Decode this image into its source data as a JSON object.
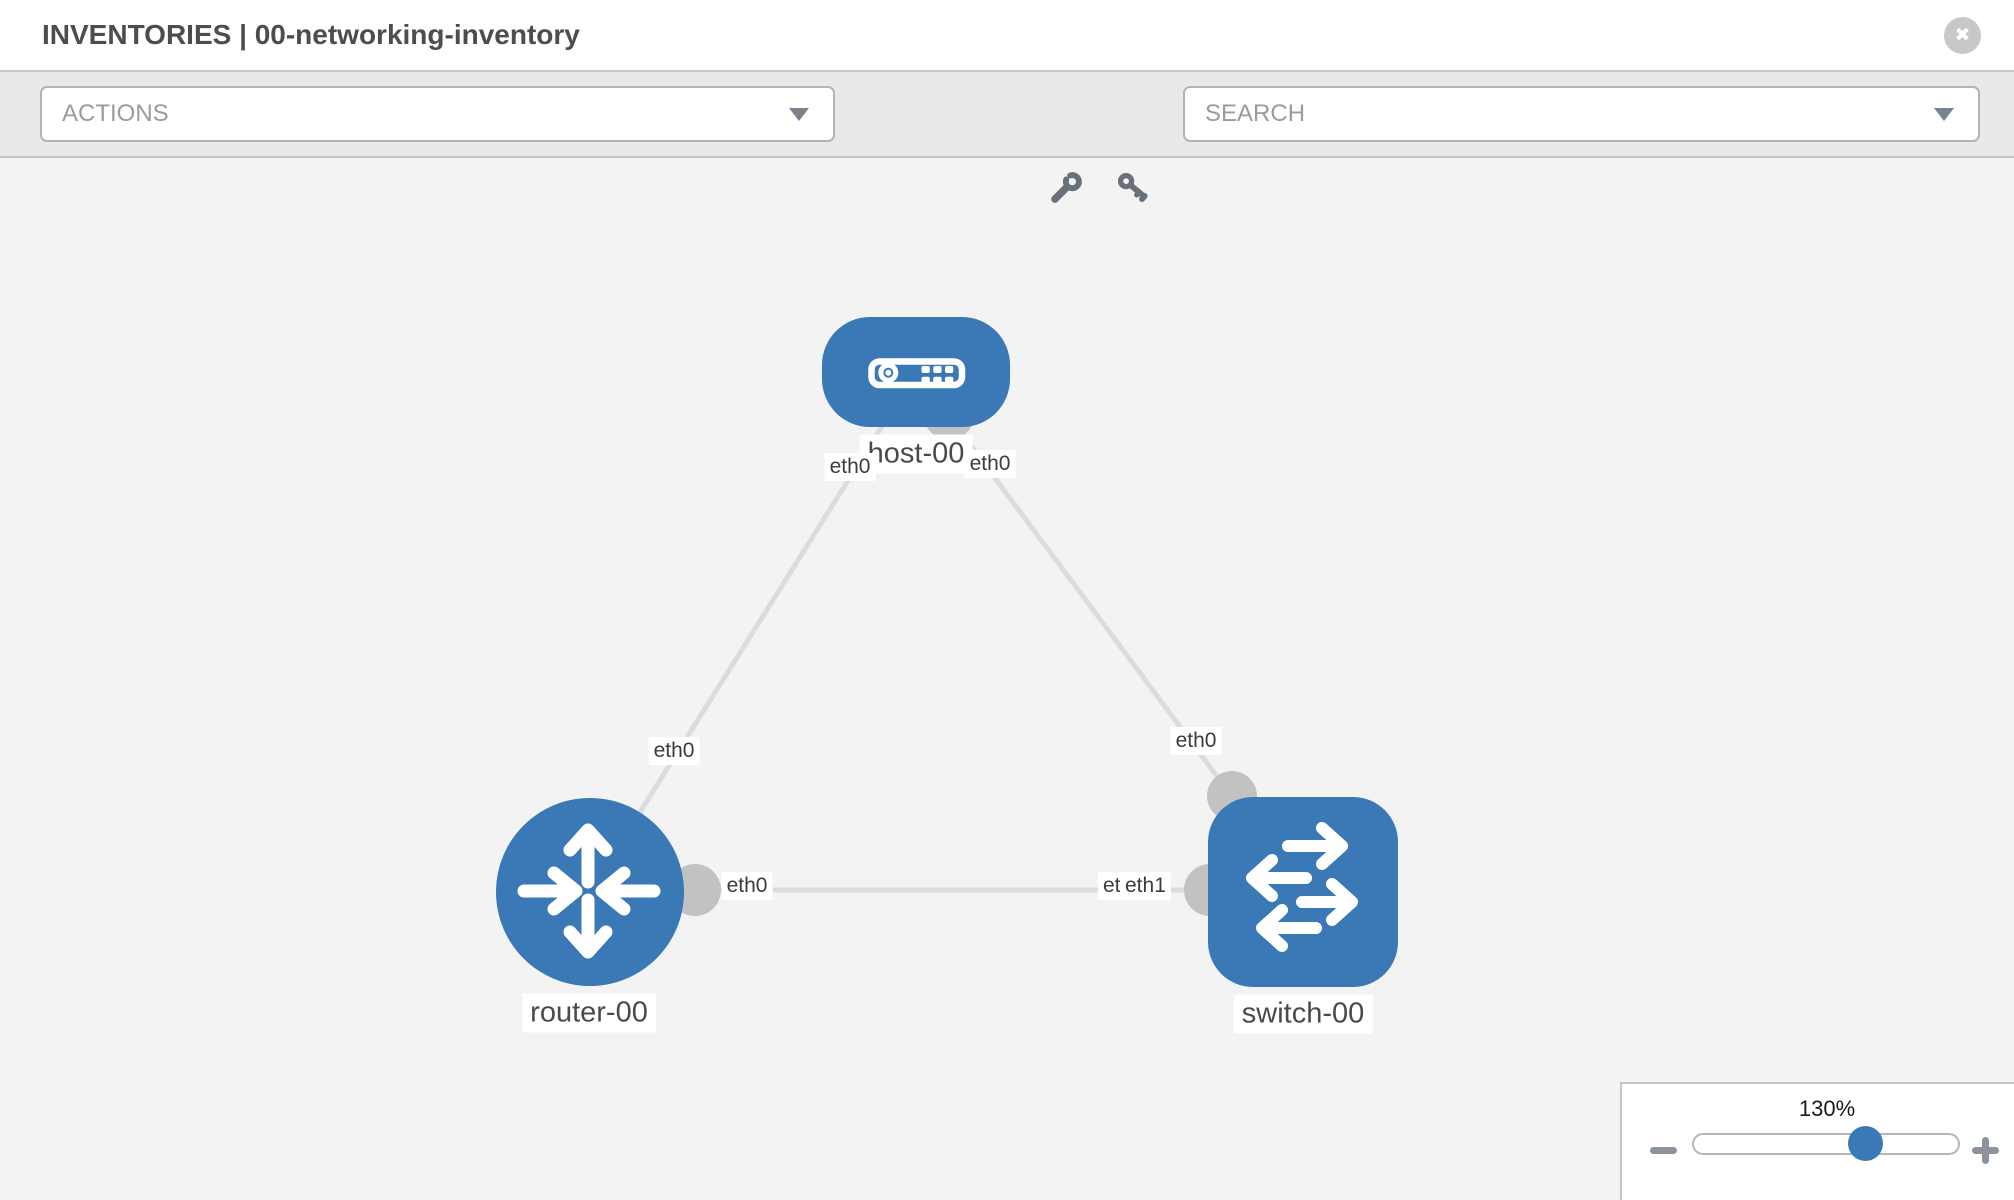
{
  "header": {
    "title": "INVENTORIES | 00-networking-inventory"
  },
  "toolbar": {
    "actions_label": "ACTIONS",
    "search_placeholder": "SEARCH"
  },
  "icons": {
    "close_glyph": "✖",
    "names": [
      "close-icon",
      "caret-down-icon",
      "wrench-icon",
      "key-icon",
      "host-icon",
      "router-icon",
      "switch-icon",
      "minus-icon",
      "plus-icon"
    ]
  },
  "topology": {
    "nodes": [
      {
        "id": "host-00",
        "type": "host",
        "label": "host-00"
      },
      {
        "id": "router-00",
        "type": "router",
        "label": "router-00"
      },
      {
        "id": "switch-00",
        "type": "switch",
        "label": "switch-00"
      }
    ],
    "links": [
      {
        "source": "host-00",
        "source_iface": "eth0",
        "target": "router-00",
        "target_iface": "eth0"
      },
      {
        "source": "host-00",
        "source_iface": "eth0",
        "target": "switch-00",
        "target_iface": "eth0"
      },
      {
        "source": "router-00",
        "source_iface": "eth0",
        "target": "switch-00",
        "target_iface": "eth1"
      }
    ],
    "iface_labels": [
      "eth0",
      "eth0",
      "eth0",
      "eth0",
      "eth0",
      "eth0",
      "eth1"
    ]
  },
  "zoom_control": {
    "level": "130%",
    "percent": 130
  },
  "colors": {
    "node_fill": "#3a79b6",
    "port_fill": "#c2c2c2",
    "link_stroke": "#dcdcdc",
    "canvas_bg": "#f3f3f3",
    "toolbar_bg": "#e9e9e9",
    "accent": "#3a79b6"
  }
}
